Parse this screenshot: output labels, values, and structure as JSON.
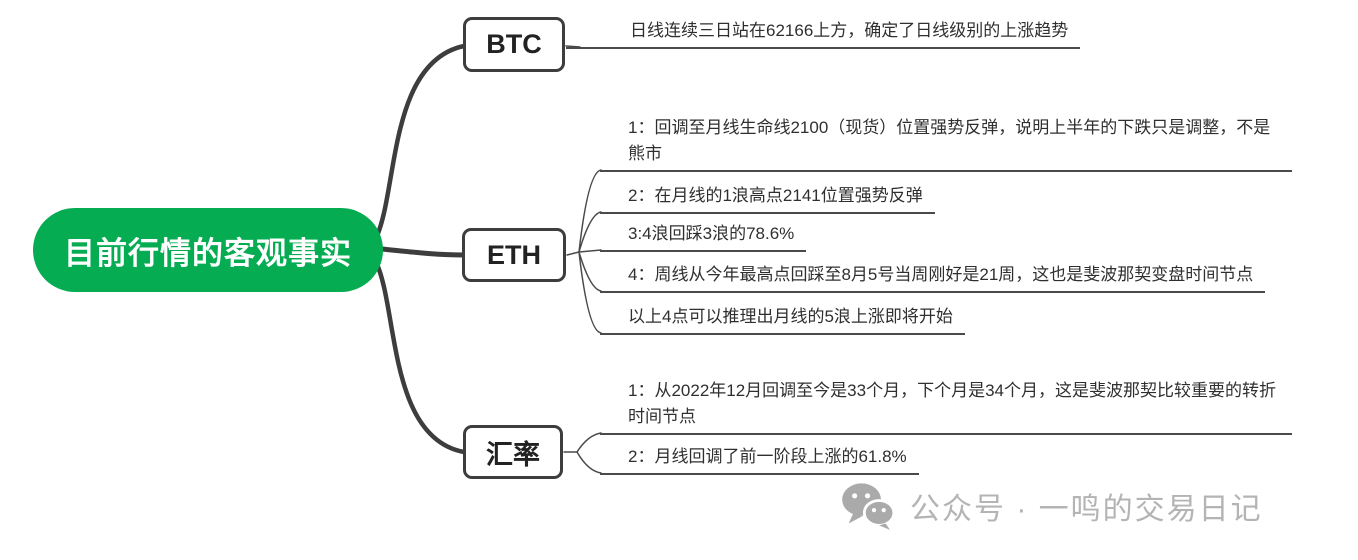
{
  "root": {
    "label": "目前行情的客观事实",
    "bg_color": "#06ac52",
    "text_color": "#ffffff"
  },
  "branches": [
    {
      "id": "btc",
      "label": "BTC",
      "leaves": [
        "日线连续三日站在62166上方，确定了日线级别的上涨趋势"
      ]
    },
    {
      "id": "eth",
      "label": "ETH",
      "leaves": [
        "1：回调至月线生命线2100（现货）位置强势反弹，说明上半年的下跌只是调整，不是熊市",
        "2：在月线的1浪高点2141位置强势反弹",
        "3:4浪回踩3浪的78.6%",
        "4：周线从今年最高点回踩至8月5号当周刚好是21周，这也是斐波那契变盘时间节点",
        "以上4点可以推理出月线的5浪上涨即将开始"
      ]
    },
    {
      "id": "rate",
      "label": "汇率",
      "leaves": [
        "1：从2022年12月回调至今是33个月，下个月是34个月，这是斐波那契比较重要的转折时间节点",
        "2：月线回调了前一阶段上涨的61.8%"
      ]
    }
  ],
  "watermark": {
    "icon": "wechat-icon",
    "text": "公众号 · 一鸣的交易日记"
  },
  "colors": {
    "root_green": "#06ac52",
    "branch_line": "#3d3d3d",
    "leaf_line": "#4a4a4a",
    "watermark_gray": "#b4b4b4"
  }
}
